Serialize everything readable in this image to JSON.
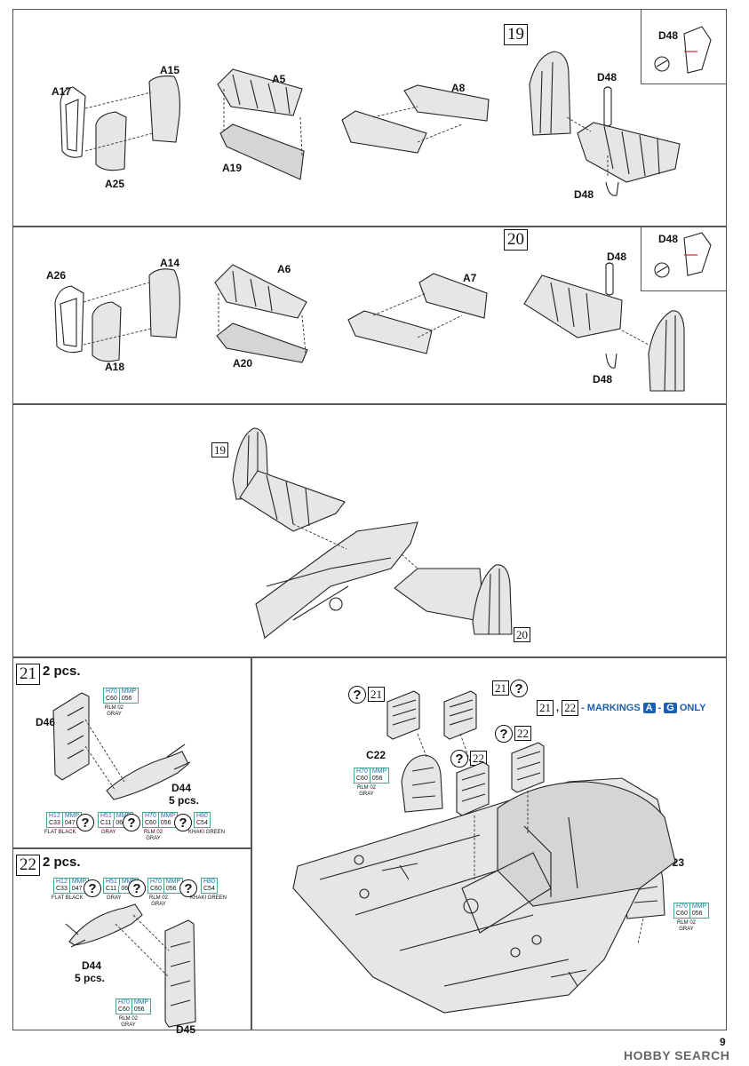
{
  "steps": {
    "s19": {
      "num": "19",
      "parts": {
        "A17": "A17",
        "A15": "A15",
        "A25": "A25",
        "A5": "A5",
        "A19": "A19",
        "A8": "A8",
        "D48a": "D48",
        "D48b": "D48",
        "D48c": "D48"
      }
    },
    "s20": {
      "num": "20",
      "parts": {
        "A26": "A26",
        "A14": "A14",
        "A18": "A18",
        "A6": "A6",
        "A20": "A20",
        "A7": "A7",
        "D48a": "D48",
        "D48b": "D48",
        "D48c": "D48"
      }
    },
    "s_tail": {
      "ref19": "19",
      "ref20": "20"
    },
    "s21": {
      "num": "21",
      "qty": "2 pcs.",
      "D46": "D46",
      "D44": "D44",
      "D44_qty": "5 pcs."
    },
    "s22": {
      "num": "22",
      "qty": "2 pcs.",
      "D44": "D44",
      "D44_qty": "5 pcs.",
      "D45": "D45"
    },
    "right": {
      "C22": "C22",
      "C23": "C23",
      "r21a": "21",
      "r21b": "21",
      "r22a": "22",
      "r22b": "22",
      "markings_s1": "21",
      "markings_s2": "22",
      "markings_text": "- MARKINGS",
      "mA": "A",
      "dash": "-",
      "mG": "G",
      "only": "ONLY"
    }
  },
  "colors": {
    "h70": {
      "h": "H70",
      "m": "MMP",
      "c": "C60",
      "n": "056",
      "name": "RLM 02",
      "name2": "GRAY"
    },
    "h12": {
      "h": "H12",
      "m": "MMP",
      "c": "C33",
      "n": "047",
      "name": "FLAT BLACK"
    },
    "h51": {
      "h": "H51",
      "m": "MMP",
      "c": "C11",
      "n": "063",
      "name": "GRAY"
    },
    "h80": {
      "h": "H80",
      "c": "C54",
      "name": "KHAKI GREEN"
    }
  },
  "qmark": "?",
  "page_number": "9",
  "watermark": "HOBBY SEARCH"
}
